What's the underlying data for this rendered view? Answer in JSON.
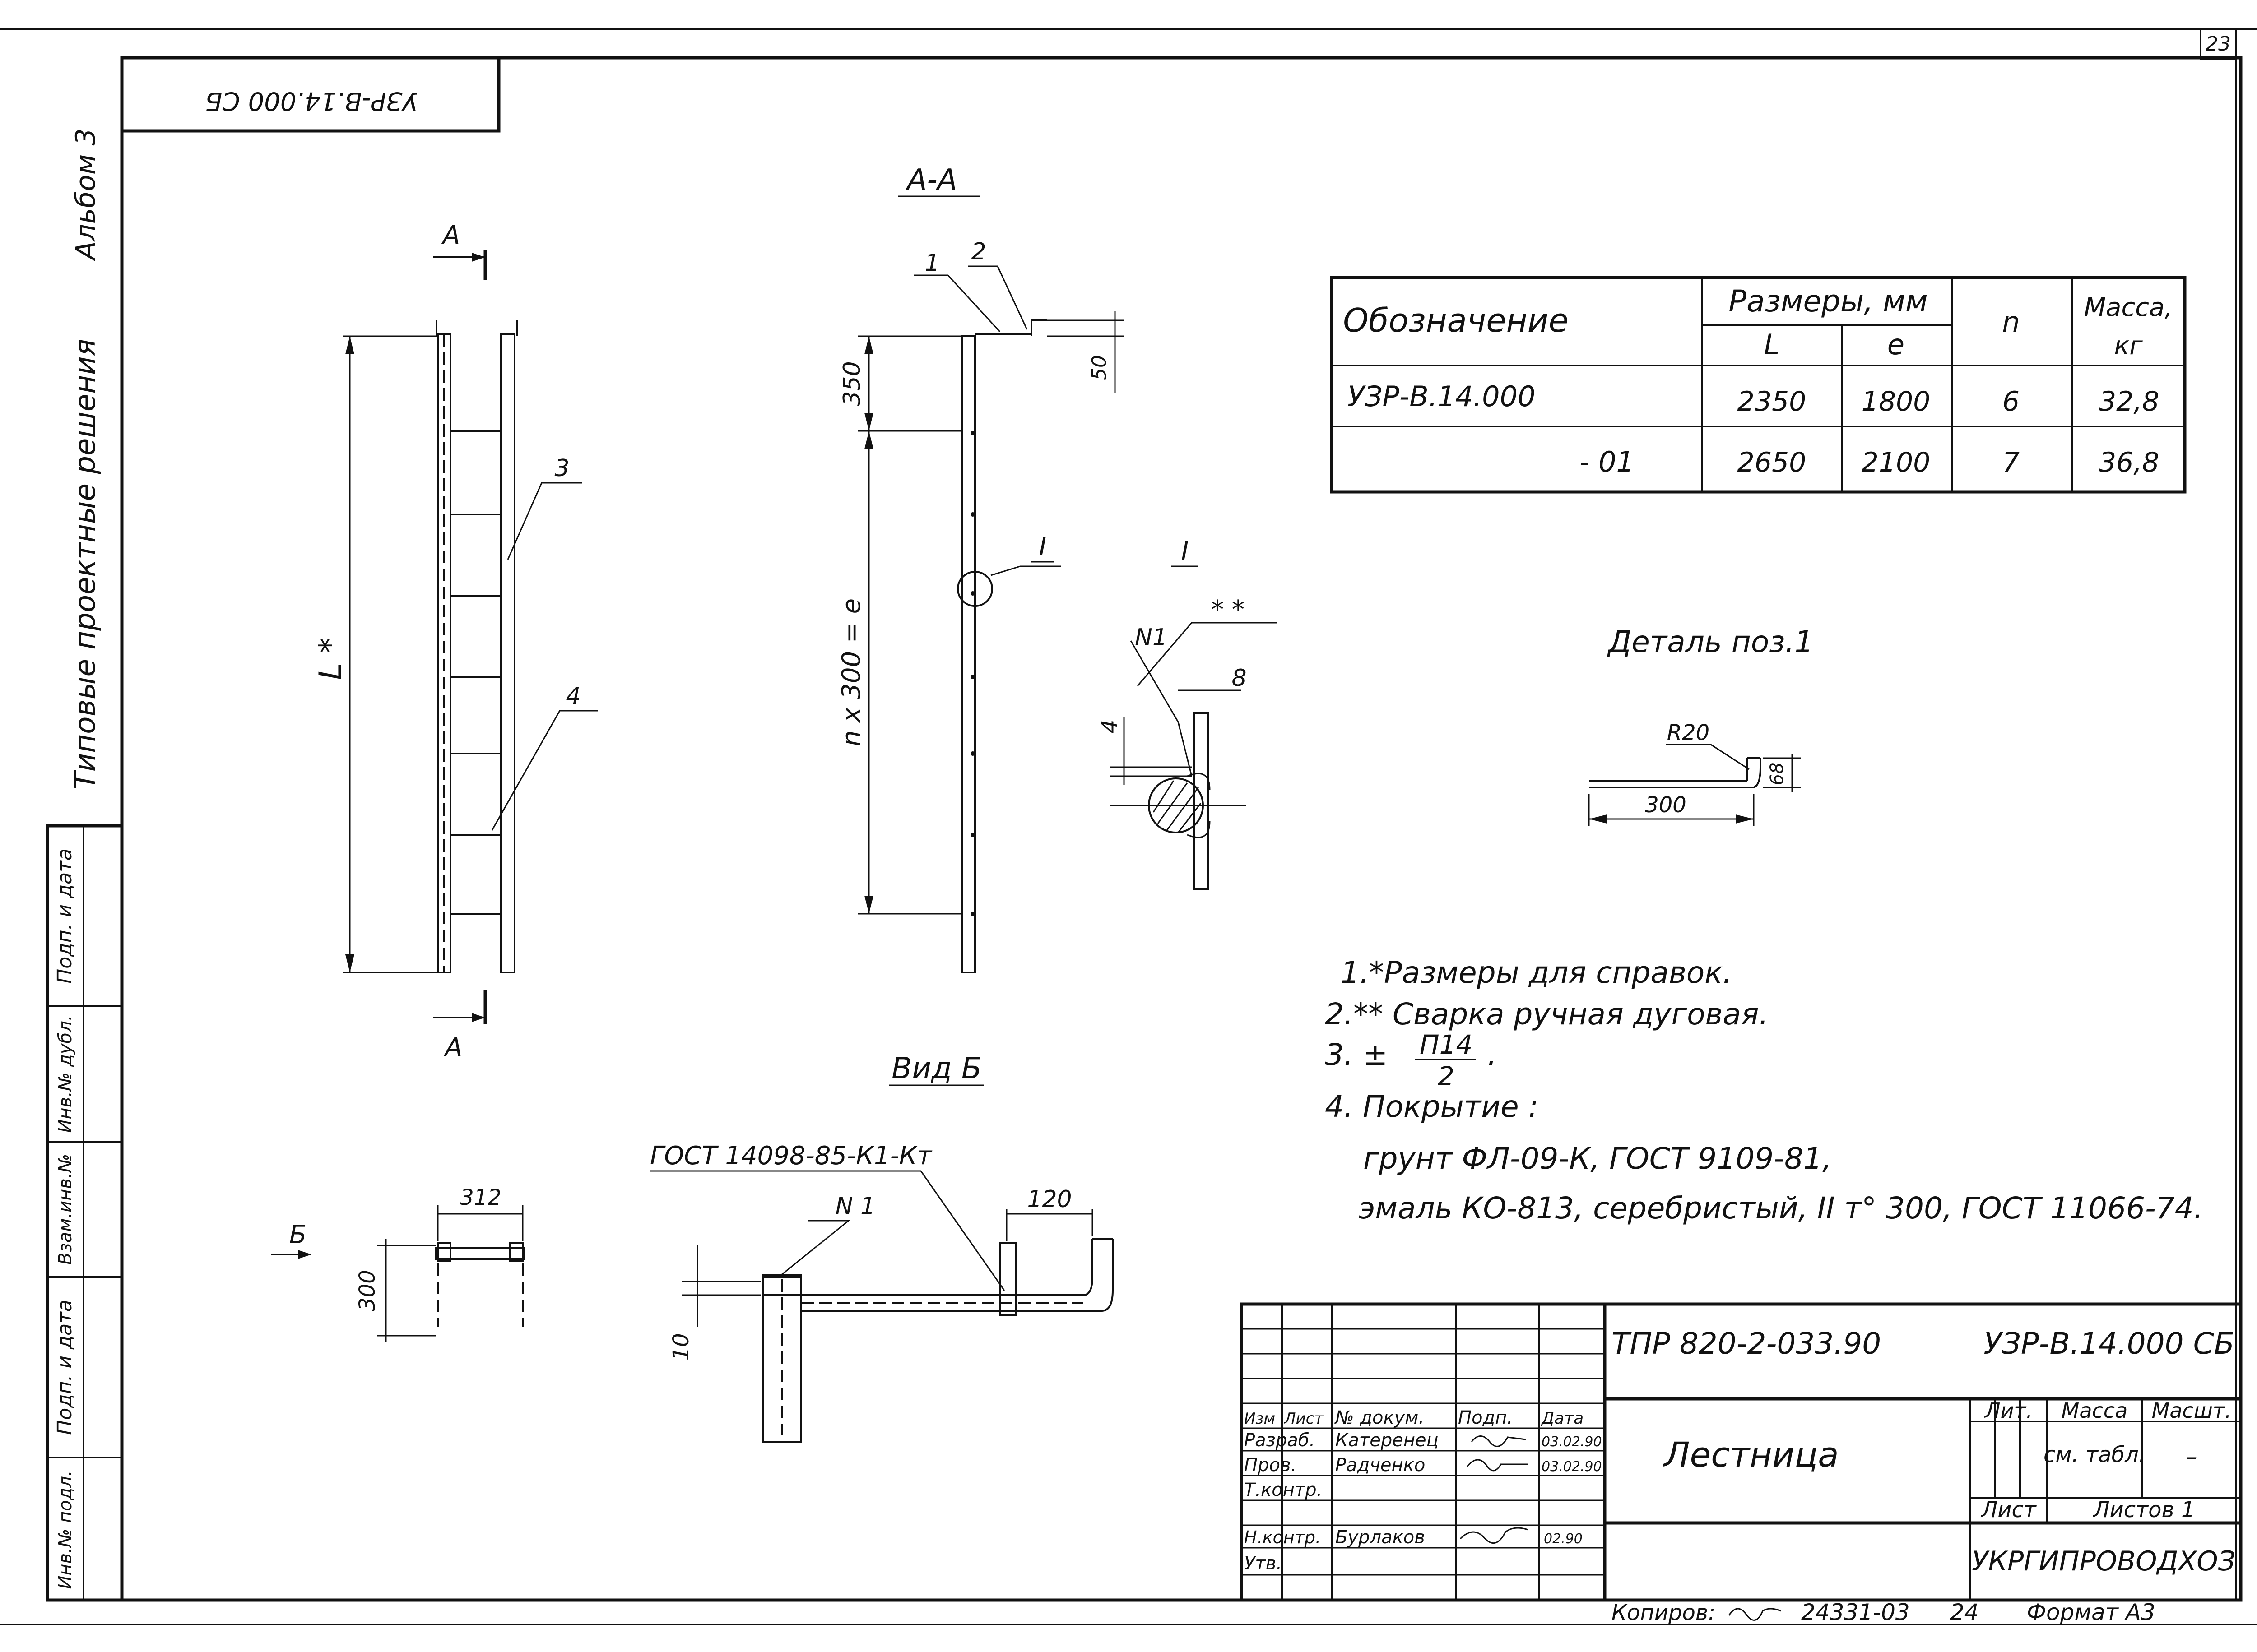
{
  "sheet": {
    "page_number": "23",
    "top_stamp": "УЗР-В.14.000 СБ",
    "album": "Альбом 3",
    "series": "Типовые проектные решения"
  },
  "side_stamps": [
    "Подп. и дата",
    "Инв.№ дубл.",
    "Взам.инв.№",
    "Подп. и дата",
    "Инв.№ подл."
  ],
  "views": {
    "section_aa": "А-А",
    "section_marker": "А",
    "view_b": "Вид Б",
    "view_b_marker": "Б",
    "detail_ref": "I",
    "detail_pos1": "Деталь поз.1"
  },
  "dims": {
    "l_star": "L *",
    "d350": "350",
    "d50": "50",
    "n300": "n x 300 = e",
    "pos1": "1",
    "pos2": "2",
    "pos3": "3",
    "pos4": "4",
    "n1": "N1",
    "stars": "* *",
    "d8": "8",
    "d4": "4",
    "r20": "R20",
    "d68": "68",
    "d300": "300",
    "d312": "312",
    "d300b": "300",
    "gost_weld": "ГОСТ 14098-85-К1-Кт",
    "n1b": "N 1",
    "d120": "120",
    "d10": "10"
  },
  "spec_table": {
    "header_designation": "Обозначение",
    "header_sizes": "Размеры, мм",
    "header_L": "L",
    "header_e": "e",
    "header_n": "n",
    "header_mass": "Масса,",
    "header_mass_unit": "кг",
    "rows": [
      {
        "designation": "УЗР-В.14.000",
        "L": "2350",
        "e": "1800",
        "n": "6",
        "mass": "32,8"
      },
      {
        "designation": "- 01",
        "L": "2650",
        "e": "2100",
        "n": "7",
        "mass": "36,8"
      }
    ]
  },
  "notes": {
    "n1": "1.*Размеры для справок.",
    "n2": "2.** Сварка ручная дуговая.",
    "n3_prefix": "3.  ±",
    "n3_num": "П14",
    "n3_den": "2",
    "n4": "4. Покрытие :",
    "n4a": "грунт ФЛ-09-К, ГОСТ 9109-81,",
    "n4b": "эмаль КО-813, серебристый, II т° 300, ГОСТ 11066-74."
  },
  "title_block": {
    "project": "ТПР 820-2-033.90",
    "doc_code": "УЗР-В.14.000 СБ",
    "title": "Лестница",
    "col_headers": [
      "Изм",
      "Лист",
      "№ докум.",
      "Подп.",
      "Дата"
    ],
    "roles": [
      {
        "role": "Разраб.",
        "name": "Катеренец",
        "date": "03.02.90"
      },
      {
        "role": "Пров.",
        "name": "Радченко",
        "date": "03.02.90"
      },
      {
        "role": "Т.контр.",
        "name": "",
        "date": ""
      },
      {
        "role": "",
        "name": "",
        "date": ""
      },
      {
        "role": "Н.контр.",
        "name": "Бурлаков",
        "date": "02.90"
      },
      {
        "role": "Утв.",
        "name": "",
        "date": ""
      }
    ],
    "lit_label": "Лит.",
    "mass_label": "Масса",
    "scale_label": "Масшт.",
    "mass_value": "см. табл.",
    "scale_value": "–",
    "sheet_label": "Лист",
    "sheets_label": "Листов 1",
    "org": "УКРГИПРОВОДХОЗ"
  },
  "footer": {
    "copied": "Копиров:",
    "copy_code": "24331-03",
    "copy_num": "24",
    "format": "Формат А3"
  }
}
